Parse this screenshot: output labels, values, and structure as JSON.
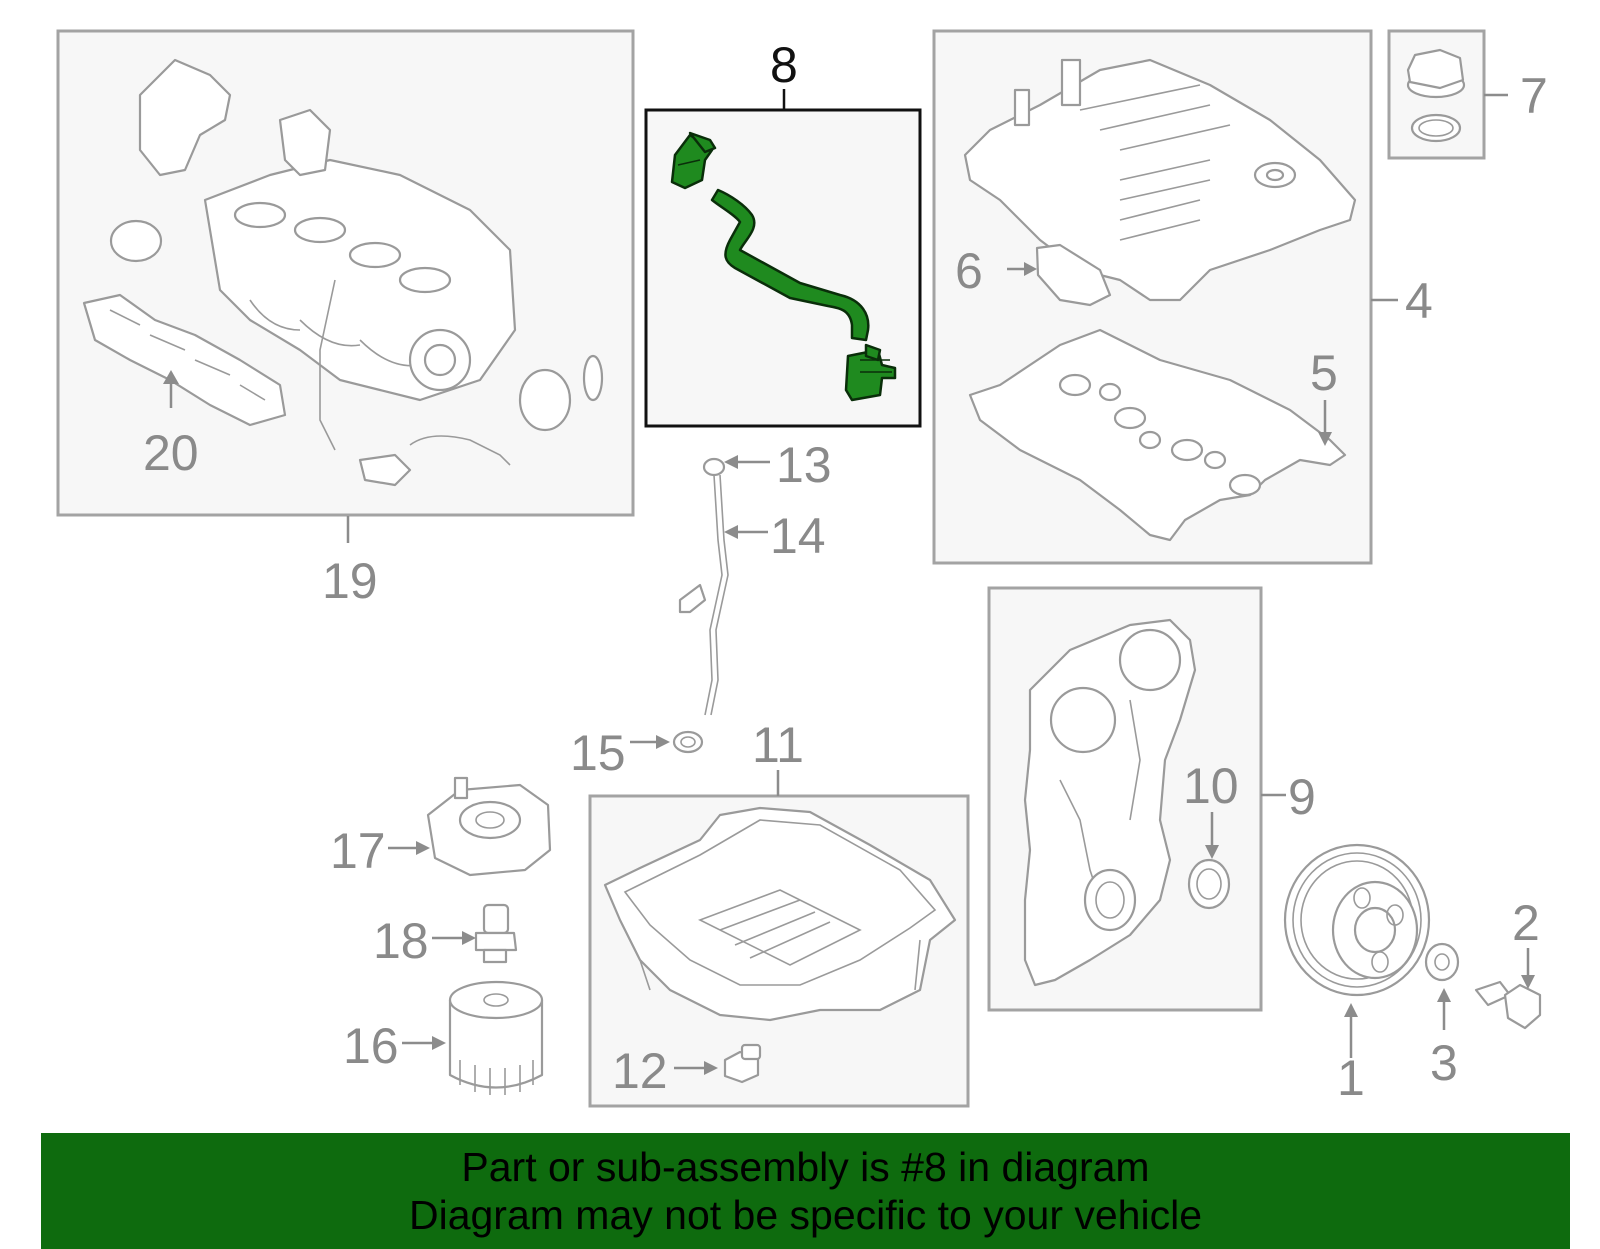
{
  "callouts": {
    "c1": "1",
    "c2": "2",
    "c3": "3",
    "c4": "4",
    "c5": "5",
    "c6": "6",
    "c7": "7",
    "c8": "8",
    "c9": "9",
    "c10": "10",
    "c11": "11",
    "c12": "12",
    "c13": "13",
    "c14": "14",
    "c15": "15",
    "c16": "16",
    "c17": "17",
    "c18": "18",
    "c19": "19",
    "c20": "20"
  },
  "highlight": {
    "part_number": "8",
    "color": "#1f8a1f",
    "outline": "#0a2e0a"
  },
  "colors": {
    "banner": "#0e6b0e",
    "part_stroke": "#9a9a9a",
    "box_stroke": "#a3a3a3"
  },
  "banner": {
    "line1": "Part or sub-assembly is #8 in diagram",
    "line2": "Diagram may not be specific to your vehicle"
  }
}
